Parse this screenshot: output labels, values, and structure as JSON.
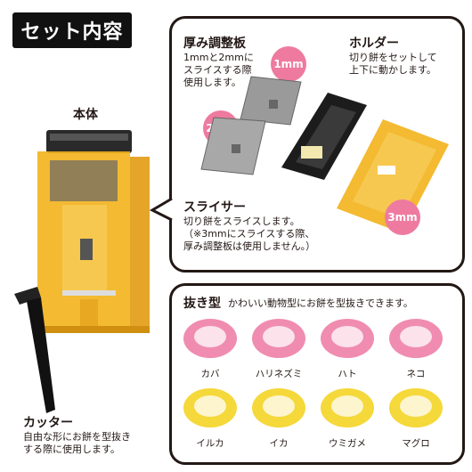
{
  "title": "セット内容",
  "main_body": {
    "label": "本体"
  },
  "cutter": {
    "label": "カッター",
    "desc_line1": "自由な形にお餅を型抜き",
    "desc_line2": "する際に使用します。"
  },
  "thickness_plate": {
    "label": "厚み調整板",
    "desc_line1": "1mmと2mmに",
    "desc_line2": "スライスする際",
    "desc_line3": "使用します。",
    "badge_1mm": "1mm",
    "badge_2mm": "2mm"
  },
  "holder": {
    "label": "ホルダー",
    "desc_line1": "切り餅をセットして",
    "desc_line2": "上下に動かします。"
  },
  "slicer": {
    "label": "スライサー",
    "desc_line1": "切り餅をスライスします。",
    "desc_line2": "（※3mmにスライスする際、",
    "desc_line3": "厚み調整板は使用しません。）",
    "badge_3mm": "3mm"
  },
  "cutters": {
    "label": "抜き型",
    "desc": "かわいい動物型にお餅を型抜きできます。",
    "items": [
      {
        "name": "カバ",
        "color": "#f08cb0"
      },
      {
        "name": "ハリネズミ",
        "color": "#f08cb0"
      },
      {
        "name": "ハト",
        "color": "#f08cb0"
      },
      {
        "name": "ネコ",
        "color": "#f08cb0"
      },
      {
        "name": "イルカ",
        "color": "#f5d83a"
      },
      {
        "name": "イカ",
        "color": "#f5d83a"
      },
      {
        "name": "ウミガメ",
        "color": "#f5d83a"
      },
      {
        "name": "マグロ",
        "color": "#f5d83a"
      }
    ]
  },
  "colors": {
    "amber": "#f2b21c",
    "pink": "#ee7aa0",
    "yellow_cutter": "#f5d83a",
    "pink_cutter": "#f08cb0"
  }
}
